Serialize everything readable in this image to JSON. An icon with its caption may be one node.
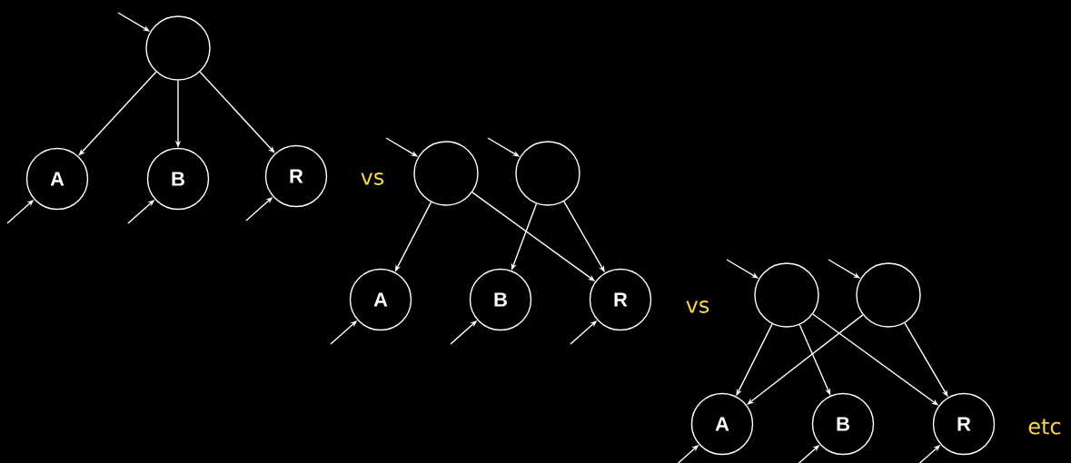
{
  "diagram": {
    "nodes": [
      {
        "text": [],
        "shape": "circle"
      },
      {
        "text": [
          "A"
        ]
      },
      {
        "text": [
          "B"
        ]
      },
      {
        "text": [
          "R"
        ]
      },
      {
        "text": [],
        "shape": "circle"
      },
      {
        "text": [],
        "shape": "circle"
      },
      {
        "text": [
          "A"
        ]
      },
      {
        "text": [
          "B"
        ]
      },
      {
        "text": [
          "R"
        ]
      },
      {
        "text": [],
        "shape": "circle"
      },
      {
        "text": [],
        "shape": "circle"
      },
      {
        "text": [
          "A"
        ]
      },
      {
        "text": [
          "B"
        ]
      },
      {
        "text": [
          "R"
        ]
      }
    ],
    "edges": [
      {
        "from": null,
        "to": 0,
        "arrow": "to"
      },
      {
        "from": 0,
        "to": 1,
        "arrow": "to"
      },
      {
        "from": 0,
        "to": 2,
        "arrow": "to"
      },
      {
        "from": 0,
        "to": 3,
        "arrow": "to"
      },
      {
        "from": null,
        "to": 1,
        "arrow": "to"
      },
      {
        "from": null,
        "to": 2,
        "arrow": "to"
      },
      {
        "from": null,
        "to": 3,
        "arrow": "to"
      },
      {
        "from": null,
        "to": 4,
        "arrow": "to"
      },
      {
        "from": null,
        "to": 5,
        "arrow": "to"
      },
      {
        "from": 4,
        "to": 6,
        "arrow": "to"
      },
      {
        "from": 4,
        "to": 8,
        "arrow": "to"
      },
      {
        "from": 5,
        "to": 7,
        "arrow": "to"
      },
      {
        "from": 5,
        "to": 8,
        "arrow": "to"
      },
      {
        "from": null,
        "to": 6,
        "arrow": "to"
      },
      {
        "from": null,
        "to": 7,
        "arrow": "to"
      },
      {
        "from": null,
        "to": 8,
        "arrow": "to"
      },
      {
        "from": null,
        "to": 9,
        "arrow": "to"
      },
      {
        "from": null,
        "to": 10,
        "arrow": "to"
      },
      {
        "from": 9,
        "to": 11,
        "arrow": "to"
      },
      {
        "from": 9,
        "to": 12,
        "arrow": "to"
      },
      {
        "from": 9,
        "to": 13,
        "arrow": "to"
      },
      {
        "from": 10,
        "to": 11,
        "arrow": "to"
      },
      {
        "from": 10,
        "to": 13,
        "arrow": "to"
      },
      {
        "from": null,
        "to": 11,
        "arrow": "to"
      },
      {
        "from": null,
        "to": 12,
        "arrow": "to"
      },
      {
        "from": null,
        "to": 13,
        "arrow": "to"
      }
    ],
    "labels": [
      "vs",
      "vs",
      "etc"
    ]
  }
}
